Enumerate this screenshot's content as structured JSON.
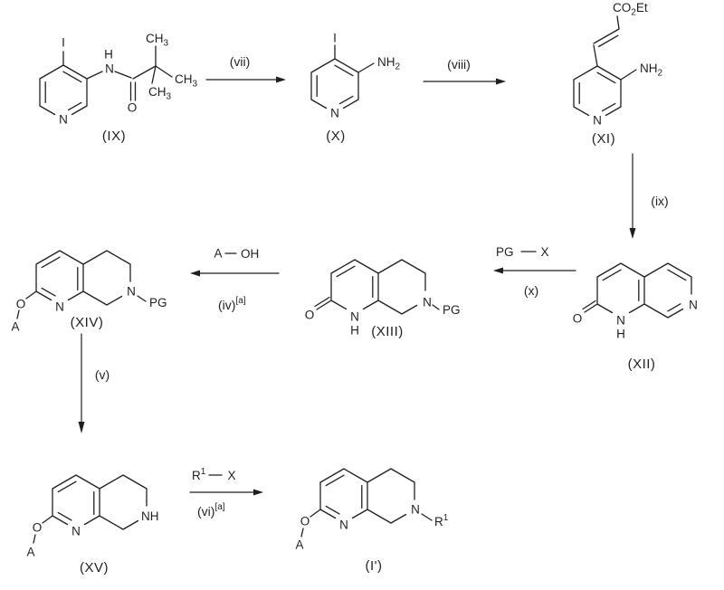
{
  "scheme": {
    "background": "#ffffff",
    "ink_color": "#1f1f1f",
    "compounds": {
      "IX": "(IX)",
      "X": "(X)",
      "XI": "(XI)",
      "XII": "(XII)",
      "XIII": "(XIII)",
      "XIV": "(XIV)",
      "XV": "(XV)",
      "I_prime": "(I')"
    },
    "steps": {
      "vii": "(vii)",
      "viii": "(viii)",
      "ix": "(ix)",
      "x": "(x)",
      "iv": "(iv)",
      "v": "(v)",
      "vi": "(vi)"
    },
    "footnote_marker": "[a]",
    "atoms": {
      "N": "N",
      "O": "O",
      "H": "H",
      "I": "I",
      "A": "A",
      "X": "X",
      "PG": "PG",
      "NH": "NH",
      "R": "R",
      "CH": "CH",
      "CO": "CO",
      "Et": "Et",
      "OH": "OH",
      "sub2": "2",
      "sub3": "3",
      "sup1": "1"
    }
  }
}
